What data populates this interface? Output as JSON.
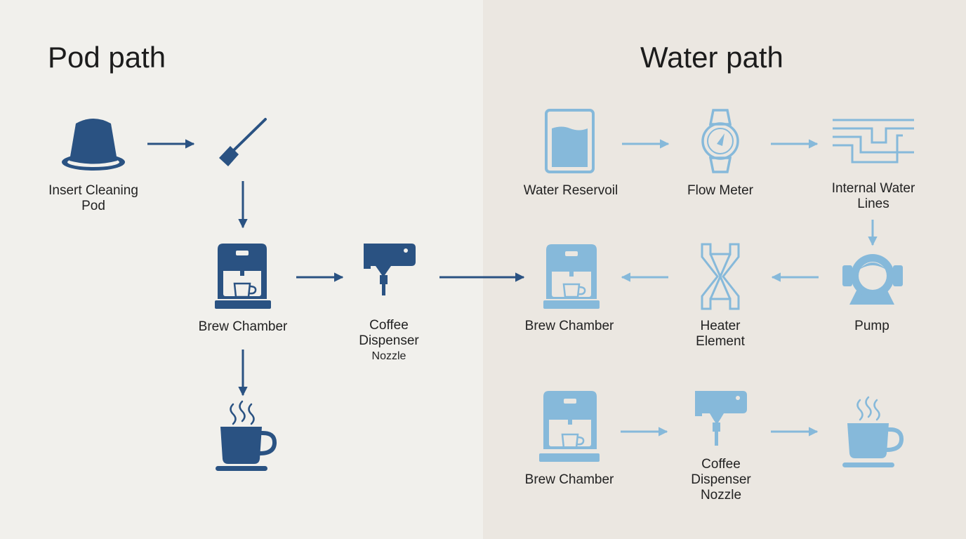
{
  "pod_path": {
    "title": "Pod path",
    "insert_label": "Insert Cleaning\nPod",
    "brew_label": "Brew Chamber",
    "dispenser_label": "Coffee\nDispenser",
    "dispenser_sub": "Nozzle"
  },
  "water_path": {
    "title": "Water path",
    "reservoir_label": "Water Reservoil",
    "flow_label": "Flow Meter",
    "lines_label": "Internal Water\nLines",
    "brew_label": "Brew Chamber",
    "heater_label": "Heater\nElement",
    "pump_label": "Pump",
    "brew2_label": "Brew Chamber",
    "dispenser2_label": "Coffee\nDispenser\nNozzle"
  },
  "colors": {
    "dark": "#2a5282",
    "light": "#86b9da"
  }
}
